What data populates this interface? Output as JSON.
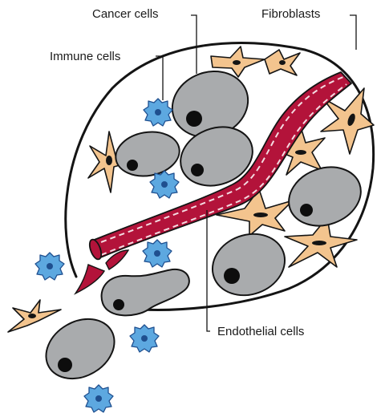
{
  "labels": {
    "cancer_cells": "Cancer cells",
    "fibroblasts": "Fibroblasts",
    "immune_cells": "Immune cells",
    "endothelial_cells": "Endothelial cells"
  },
  "colors": {
    "cancer_cell_fill": "#a9abad",
    "nucleus": "#0d0d0d",
    "fibroblast_fill": "#f3c48e",
    "immune_fill": "#5da8e0",
    "immune_nucleus": "#1f4f8f",
    "vessel_fill": "#b3133a",
    "outline": "#141414",
    "label_text": "#1a1a1a"
  }
}
